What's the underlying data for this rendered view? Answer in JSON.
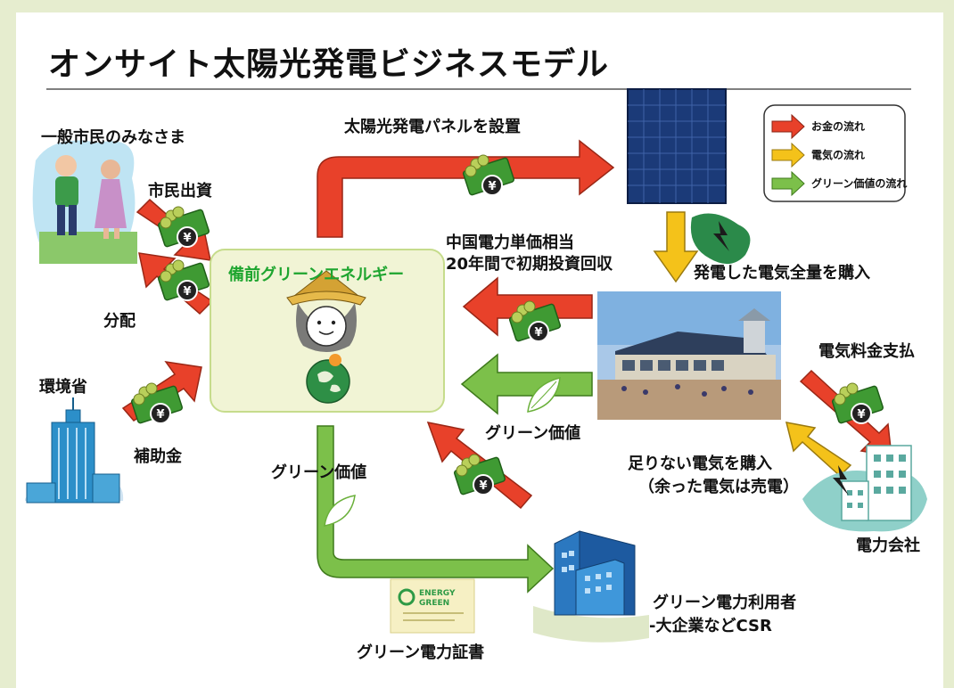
{
  "title": "オンサイト太陽光発電ビジネスモデル",
  "legend": {
    "money": "お金の流れ",
    "electricity": "電気の流れ",
    "green": "グリーン価値の流れ"
  },
  "colors": {
    "money": "#e8412a",
    "electricity": "#f4c21a",
    "green": "#7cc04a",
    "hub_bg": "#f1f4d5",
    "hub_border": "#c6dc8c"
  },
  "hub": {
    "name": "備前グリーンエネルギー"
  },
  "actors": {
    "citizens": "一般市民のみなさま",
    "ministry": "環境省",
    "utility": "電力会社",
    "green_user_line1": "グリーン電力利用者",
    "green_user_line2": "-大企業などCSR",
    "certificate": "グリーン電力証書"
  },
  "flows": {
    "citizen_investment": "市民出資",
    "distribution": "分配",
    "subsidy": "補助金",
    "install_panels": "太陽光発電パネルを設置",
    "recovery_line1": "中国電力単価相当",
    "recovery_line2": "20年間で初期投資回収",
    "buy_all_power": "発電した電気全量を購入",
    "green_value_right": "グリーン価値",
    "green_value_down": "グリーン価値",
    "power_fee": "電気料金支払",
    "buy_shortfall_line1": "足りない電気を購入",
    "buy_shortfall_line2": "（余った電気は売電）"
  },
  "certificate_logo": {
    "line1": "ENERGY",
    "line2": "GREEN"
  }
}
